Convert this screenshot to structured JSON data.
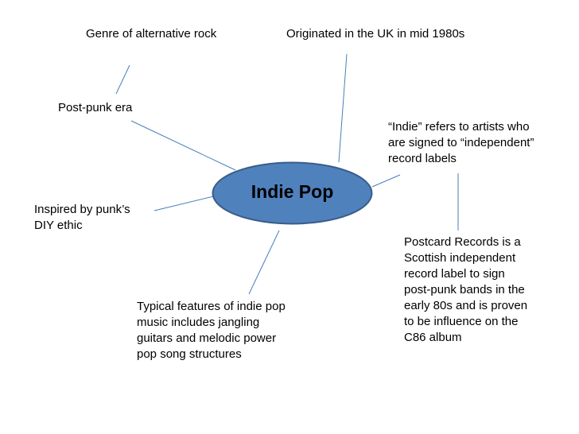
{
  "center": {
    "label": "Indie Pop",
    "fill": "#4F81BD",
    "stroke": "#385D8A"
  },
  "connector_color": "#4A7EBB",
  "notes": {
    "genre": [
      "Genre of alternative rock"
    ],
    "origin": [
      "Originated in the UK in mid 1980s"
    ],
    "postpunk": [
      "Post-punk era"
    ],
    "indie_meaning": [
      "“Indie” refers to artists who",
      "are signed to “independent”",
      "record labels"
    ],
    "diy": [
      "Inspired by punk’s",
      "DIY ethic"
    ],
    "postcard": [
      "Postcard  Records is a",
      "Scottish independent",
      "record label to sign",
      "post-punk bands in the",
      "early 80s and is proven",
      "to be influence on the",
      "C86 album"
    ],
    "features": [
      "Typical features of indie pop",
      "music includes jangling",
      "guitars and melodic power",
      "pop song structures"
    ]
  }
}
